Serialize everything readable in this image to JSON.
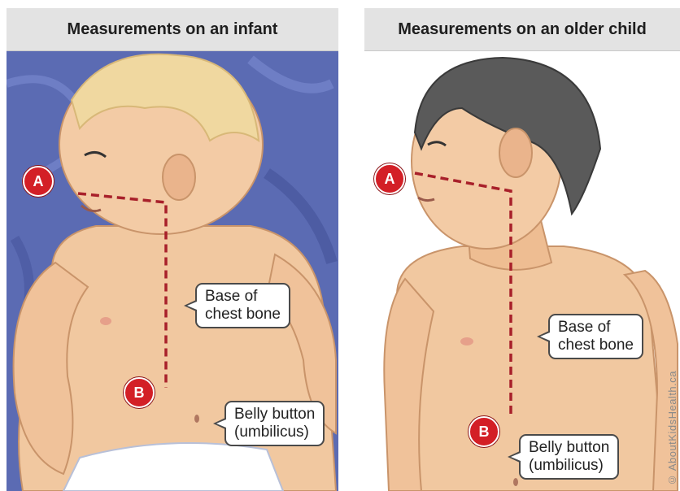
{
  "panels": {
    "infant": {
      "title": "Measurements on an infant",
      "marker_a": "A",
      "marker_b": "B",
      "chest_label": [
        "Base of",
        "chest bone"
      ],
      "belly_label": [
        "Belly button",
        "(umbilicus)"
      ]
    },
    "child": {
      "title": "Measurements on an older child",
      "marker_a": "A",
      "marker_b": "B",
      "chest_label": [
        "Base of",
        "chest bone"
      ],
      "belly_label": [
        "Belly button",
        "(umbilicus)"
      ]
    }
  },
  "credit": "© AboutKidsHealth.ca",
  "colors": {
    "background_blue": "#5b6bb3",
    "skin": "#f1c8a0",
    "marker_red": "#d31f26",
    "dashed_line": "#a8202a",
    "child_hair": "#5a5a5a",
    "infant_hair": "#f0d8a0"
  }
}
